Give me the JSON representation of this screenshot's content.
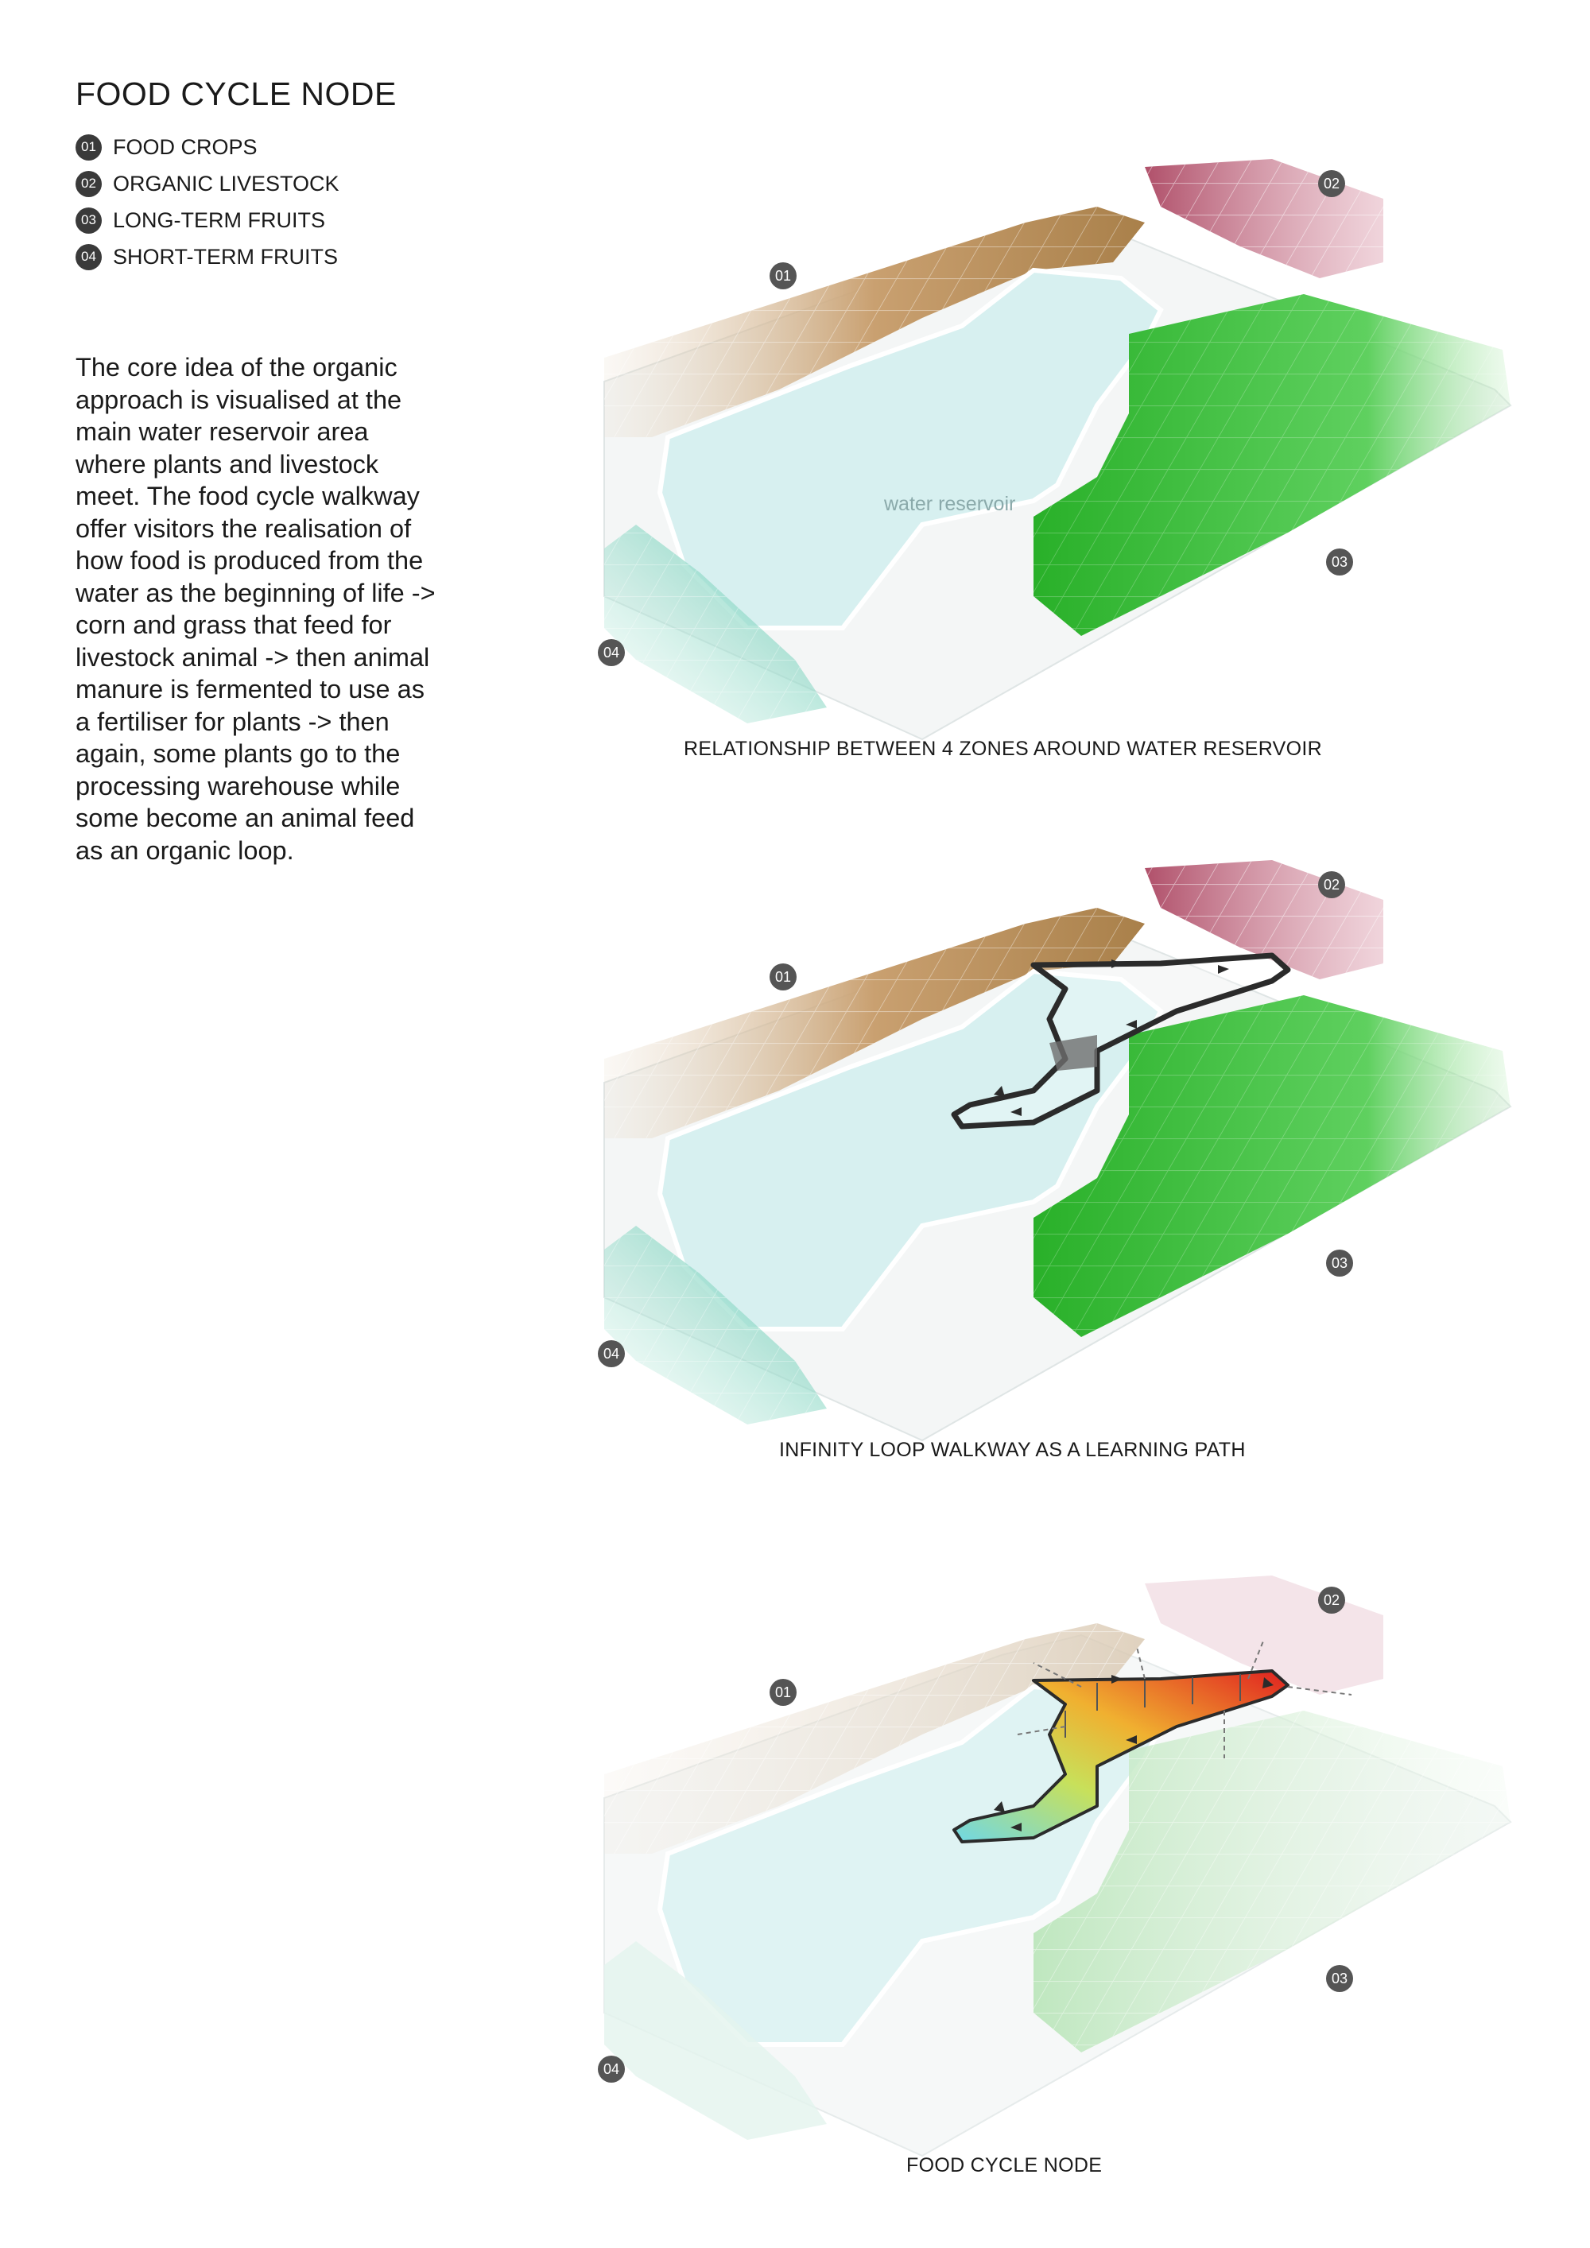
{
  "title": "FOOD CYCLE NODE",
  "legend": [
    {
      "num": "01",
      "label": "FOOD CROPS"
    },
    {
      "num": "02",
      "label": "ORGANIC LIVESTOCK"
    },
    {
      "num": "03",
      "label": "LONG-TERM FRUITS"
    },
    {
      "num": "04",
      "label": "SHORT-TERM FRUITS"
    }
  ],
  "description": "The core idea of the organic approach is visualised at the main water reservoir area where plants and livestock meet. The food cycle walkway offer visitors the realisation of how food is produced from the water as the beginning of life -> corn and grass that feed for livestock animal -> then animal manure is fermented to use as a fertiliser for plants -> then again, some plants go to the processing warehouse while some become an animal feed as an organic loop.",
  "panels": [
    {
      "caption": "RELATIONSHIP BETWEEN 4 ZONES AROUND WATER RESERVOIR",
      "water_label": "water reservoir",
      "zones": {
        "z1": "01",
        "z2": "02",
        "z3": "03",
        "z4": "04"
      }
    },
    {
      "caption": "INFINITY LOOP WALKWAY AS A LEARNING PATH",
      "zones": {
        "z1": "01",
        "z2": "02",
        "z3": "03",
        "z4": "04"
      }
    },
    {
      "caption": "FOOD CYCLE NODE",
      "zones": {
        "z1": "01",
        "z2": "02",
        "z3": "03",
        "z4": "04"
      }
    }
  ],
  "colors": {
    "water": "#d7f0f0",
    "food_crops": "#b58a50",
    "livestock": "#c46a80",
    "long_term_fruits": "#3fbf3f",
    "short_term_fruits": "#6ccaa8",
    "walkway": "#2b2b2b"
  }
}
